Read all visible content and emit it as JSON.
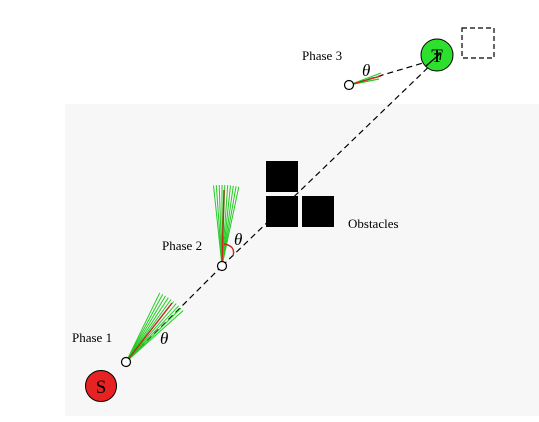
{
  "labels": {
    "phase1": "Phase 1",
    "phase2": "Phase 2",
    "phase3": "Phase 3",
    "obstacles": "Obstacles",
    "theta": "θ"
  },
  "nodes": {
    "start_letter": "S",
    "target_letter": "T"
  },
  "colors": {
    "start_fill": "#e62222",
    "target_fill": "#2ee02e",
    "fan": "#22cc22",
    "heading": "#cc2222",
    "obstacle": "#000000",
    "background_panel": "#f7f7f7"
  }
}
